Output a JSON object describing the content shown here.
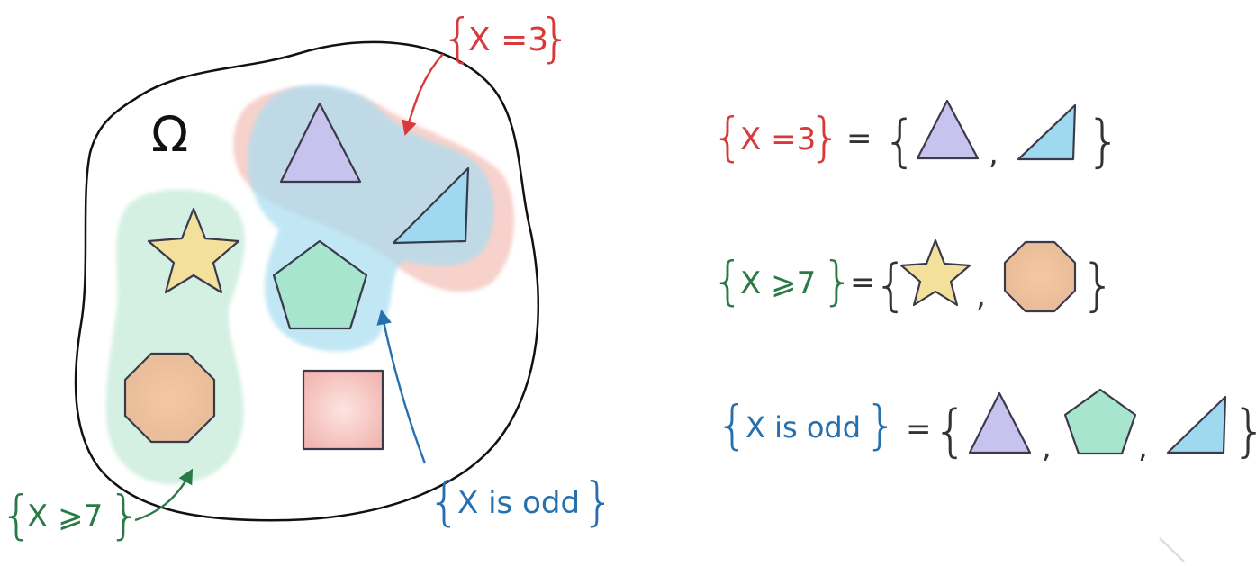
{
  "sample_space": {
    "symbol": "Ω"
  },
  "events": {
    "x_eq_3": {
      "label": "X =3",
      "color": "#d83a3a"
    },
    "x_ge_7": {
      "label": "X ⩾7",
      "color": "#2a7a45"
    },
    "x_odd": {
      "label": "X is odd",
      "color": "#2670b0"
    }
  },
  "equations": {
    "equals_sign": "=",
    "open_brace": "{",
    "close_brace": "}",
    "separator": ","
  },
  "colors": {
    "triangle": "#c7c2ee",
    "right_triangle": "#9fd9ef",
    "pentagon": "#a8e5cf",
    "star": "#f3e09a",
    "octagon": "#f3c3a0",
    "square": "#f6c8c4",
    "region_x3": "#f6c9c2",
    "region_odd": "#a8def2",
    "region_ge7": "#cdeede"
  }
}
